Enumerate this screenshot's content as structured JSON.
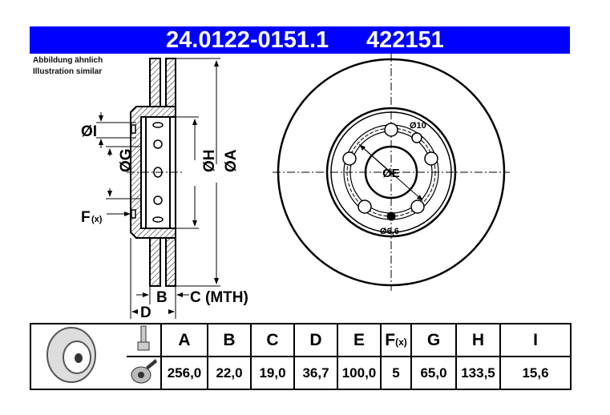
{
  "header": {
    "part_number": "24.0122-0151.1",
    "short_number": "422151",
    "background": "#0000ff"
  },
  "notes": {
    "line1": "Abbildung ähnlich",
    "line2": "Illustration similar"
  },
  "drawing_labels": {
    "I": "ØI",
    "G": "ØG",
    "F": "F",
    "F_sub": "(x)",
    "H": "ØH",
    "A": "ØA",
    "B": "B",
    "C": "C (MTH)",
    "D": "D",
    "E": "ØE",
    "hole10": "Ø10",
    "hole66": "Ø6,6"
  },
  "table": {
    "columns": [
      {
        "label": "A",
        "value": "256,0"
      },
      {
        "label": "B",
        "value": "22,0"
      },
      {
        "label": "C",
        "value": "19,0"
      },
      {
        "label": "D",
        "value": "36,7"
      },
      {
        "label": "E",
        "value": "100,0"
      },
      {
        "label": "F",
        "sub": "(x)",
        "value": "5"
      },
      {
        "label": "G",
        "value": "65,0"
      },
      {
        "label": "H",
        "value": "133,5"
      },
      {
        "label": "I",
        "value": "15,6"
      }
    ]
  }
}
